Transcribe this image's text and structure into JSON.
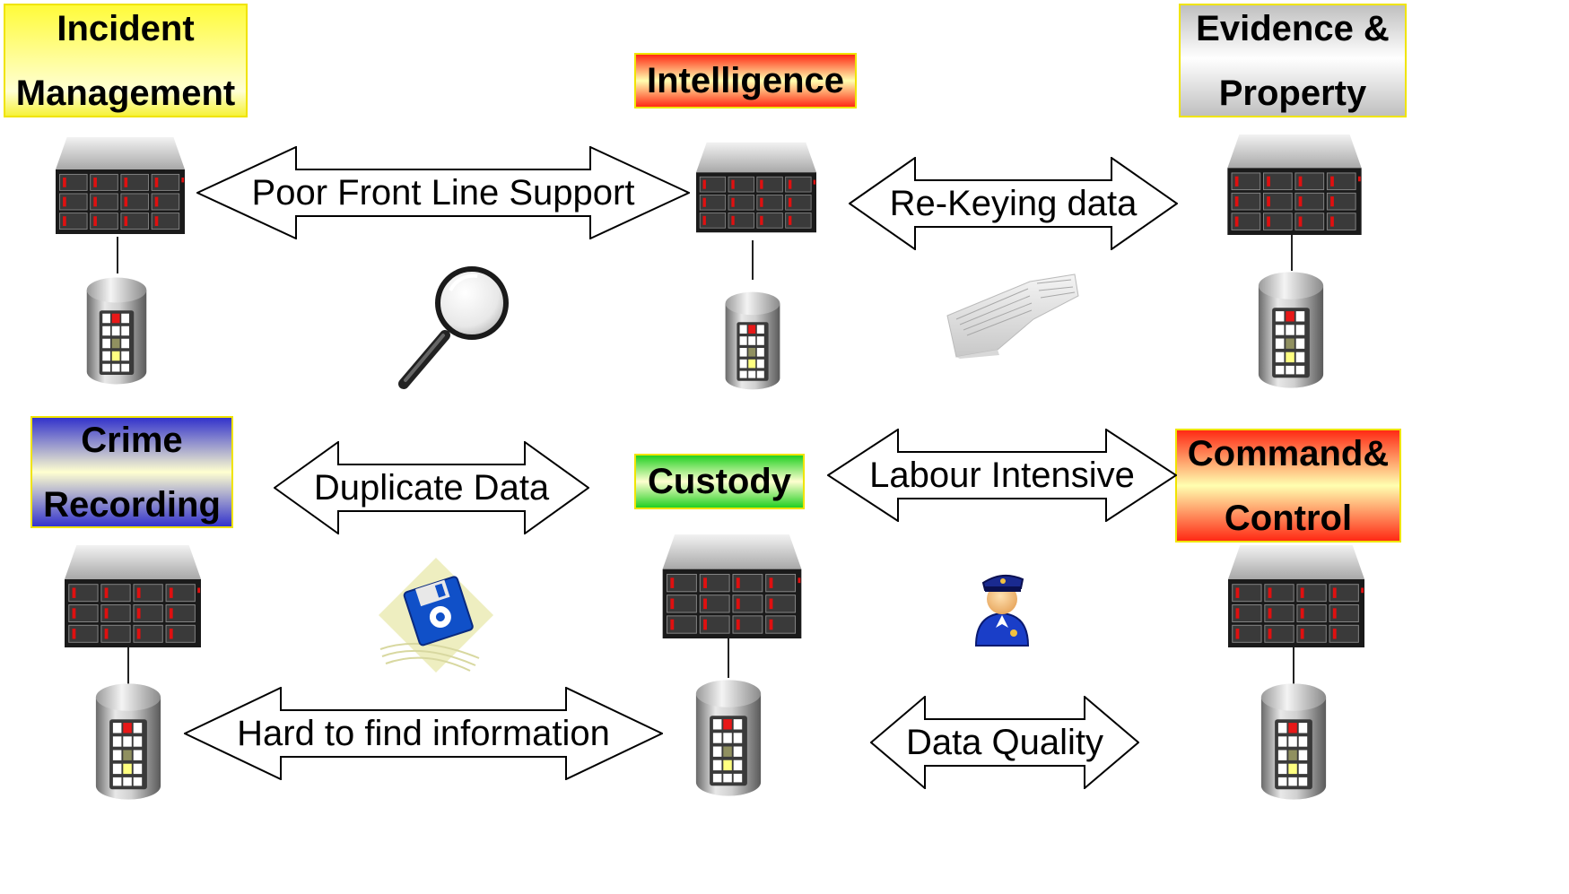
{
  "systems": {
    "incident": {
      "line1": "Incident",
      "line2": "Management"
    },
    "intelligence": {
      "label": "Intelligence"
    },
    "evidence": {
      "line1": "Evidence &",
      "line2": "Property"
    },
    "crime": {
      "line1": "Crime",
      "line2": "Recording"
    },
    "custody": {
      "label": "Custody"
    },
    "command": {
      "line1": "Command&",
      "line2": "Control"
    }
  },
  "issues": {
    "poor_front_line": "Poor Front Line Support",
    "re_keying": "Re-Keying data",
    "duplicate": "Duplicate Data",
    "labour": "Labour Intensive",
    "hard_to_find": "Hard to find information",
    "data_quality": "Data Quality"
  },
  "icons": {
    "server": "server-icon",
    "database": "database-icon",
    "magnifier": "magnifying-glass-icon",
    "keyboard": "keyboard-icon",
    "floppy": "floppy-disk-icon",
    "officer": "police-officer-icon"
  },
  "colors": {
    "yellow": "#fffb3a",
    "red": "#ff2a14",
    "grey": "#c0c0c0",
    "blue": "#3333cc",
    "green": "#22d022",
    "label_border": "#f0e400"
  }
}
